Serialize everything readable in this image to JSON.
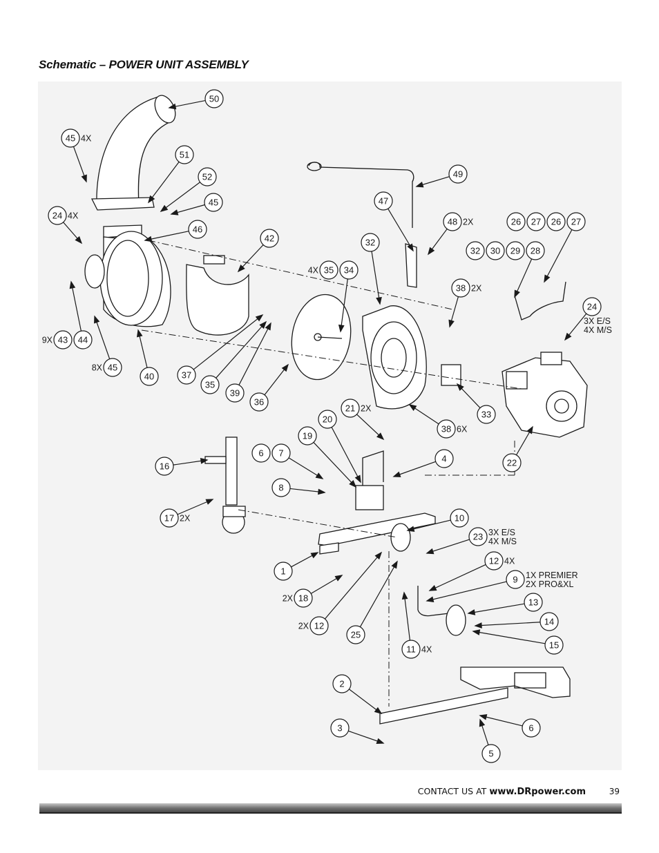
{
  "page": {
    "title": "Schematic – POWER UNIT ASSEMBLY",
    "contact_label": "CONTACT US AT",
    "contact_url": "www.DRpower.com",
    "page_number": "39"
  },
  "callouts": [
    {
      "id": "50"
    },
    {
      "id": "45",
      "qty": "4X"
    },
    {
      "id": "51"
    },
    {
      "id": "52"
    },
    {
      "id": "45"
    },
    {
      "id": "24",
      "qty": "4X"
    },
    {
      "id": "46"
    },
    {
      "id": "42"
    },
    {
      "id": "49"
    },
    {
      "id": "47"
    },
    {
      "id": "48",
      "qty": "2X"
    },
    {
      "id": "32"
    },
    {
      "id": "26"
    },
    {
      "id": "27"
    },
    {
      "id": "26"
    },
    {
      "id": "27"
    },
    {
      "id": "32"
    },
    {
      "id": "30"
    },
    {
      "id": "29"
    },
    {
      "id": "28"
    },
    {
      "id": "35",
      "qty": "4X"
    },
    {
      "id": "34"
    },
    {
      "id": "38",
      "qty": "2X"
    },
    {
      "id": "24",
      "qty": "3X E/S\n4X M/S"
    },
    {
      "id": "43",
      "qty": "9X"
    },
    {
      "id": "44"
    },
    {
      "id": "45",
      "qty": "8X"
    },
    {
      "id": "40"
    },
    {
      "id": "37"
    },
    {
      "id": "35"
    },
    {
      "id": "39"
    },
    {
      "id": "36"
    },
    {
      "id": "33"
    },
    {
      "id": "21",
      "qty": "2X"
    },
    {
      "id": "38",
      "qty": "6X"
    },
    {
      "id": "20"
    },
    {
      "id": "19"
    },
    {
      "id": "6"
    },
    {
      "id": "7"
    },
    {
      "id": "4"
    },
    {
      "id": "22"
    },
    {
      "id": "16"
    },
    {
      "id": "8"
    },
    {
      "id": "17",
      "qty": "2X"
    },
    {
      "id": "10"
    },
    {
      "id": "23",
      "qty": "3X E/S\n4X M/S"
    },
    {
      "id": "1"
    },
    {
      "id": "12",
      "qty": "4X"
    },
    {
      "id": "9",
      "qty": "1X PREMIER\n2X PRO&XL"
    },
    {
      "id": "18",
      "qty": "2X"
    },
    {
      "id": "13"
    },
    {
      "id": "12",
      "qty": "2X"
    },
    {
      "id": "14"
    },
    {
      "id": "25"
    },
    {
      "id": "15"
    },
    {
      "id": "11",
      "qty": "4X"
    },
    {
      "id": "2"
    },
    {
      "id": "3"
    },
    {
      "id": "6"
    },
    {
      "id": "5"
    }
  ],
  "colors": {
    "line": "#1a1a1a",
    "panel": "#f3f3f3",
    "part_fill": "#ffffff",
    "footer_bar": "#6e6e6e"
  }
}
